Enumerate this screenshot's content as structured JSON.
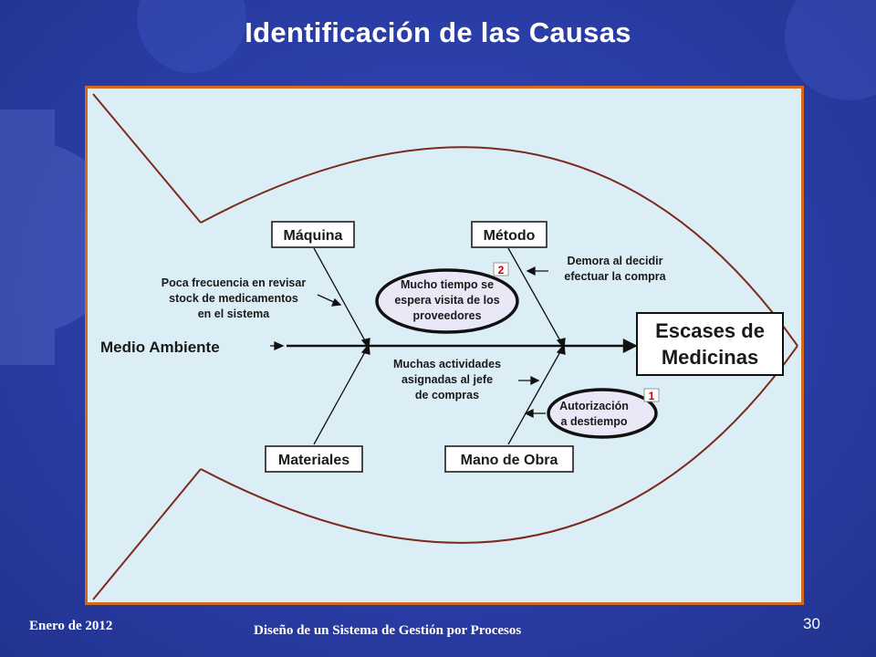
{
  "title": "Identificación de las Causas",
  "footer": {
    "date": "Enero de 2012",
    "center": "Diseño de un Sistema de Gestión por Procesos",
    "page": "30"
  },
  "diagram": {
    "effect": [
      "Escases de",
      "Medicinas"
    ],
    "categories": {
      "maquina": "Máquina",
      "metodo": "Método",
      "materiales": "Materiales",
      "mano_obra": "Mano de Obra",
      "medio_ambiente": "Medio Ambiente"
    },
    "causes": {
      "poca_frecuencia": [
        "Poca frecuencia en revisar",
        "stock de medicamentos",
        "en el sistema"
      ],
      "demora": [
        "Demora al decidir",
        "efectuar la compra"
      ],
      "mucho_tiempo": [
        "Mucho tiempo se",
        "espera visita de los",
        "proveedores"
      ],
      "muchas_actividades": [
        "Muchas actividades",
        "asignadas al jefe",
        "de compras"
      ],
      "autorizacion": [
        "Autorización",
        "a destiempo"
      ]
    },
    "badges": {
      "mucho_tiempo": "2",
      "autorizacion": "1"
    },
    "colors": {
      "fish_outline": "#7b2a1e",
      "frame_border": "#d2691e",
      "frame_fill": "#dceef5",
      "badge": "#cc0000",
      "ellipse_fill": "#e8e8f6"
    }
  }
}
